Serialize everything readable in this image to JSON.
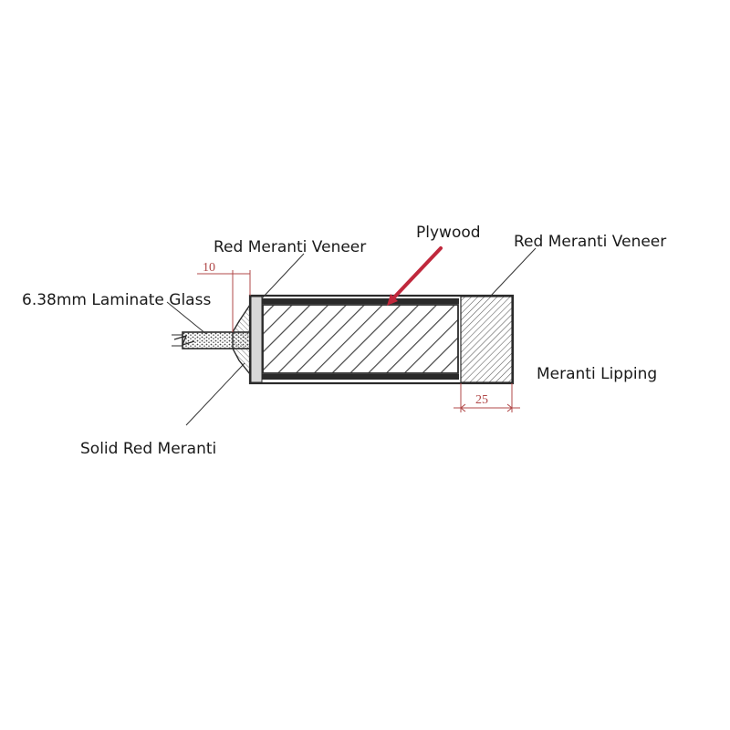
{
  "labels": {
    "veneer_left": "Red Meranti Veneer",
    "plywood": "Plywood",
    "veneer_right": "Red Meranti Veneer",
    "glass": "6.38mm Laminate Glass",
    "lipping": "Meranti Lipping",
    "solid": "Solid Red Meranti"
  },
  "dimensions": {
    "bead_width": "10",
    "lipping_width": "25"
  },
  "colors": {
    "outline": "#2b2b2b",
    "hatch": "#444444",
    "pointer_plywood": "#c0283c",
    "dimension": "#b04848",
    "leader": "#333333"
  }
}
